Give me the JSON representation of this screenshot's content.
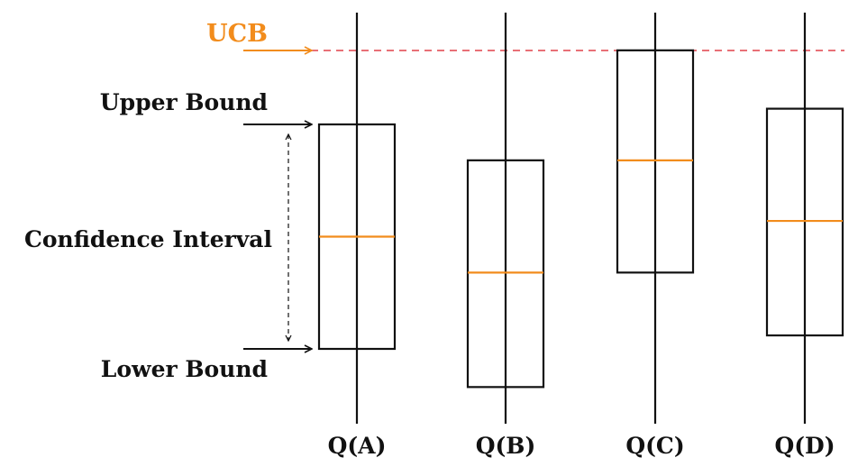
{
  "labels": {
    "ucb": "UCB",
    "upper_bound": "Upper Bound",
    "confidence_interval": "Confidence Interval",
    "lower_bound": "Lower Bound"
  },
  "colors": {
    "ucb": "#f28c1c",
    "median": "#f28c1c",
    "ucb_line": "#e0404a",
    "ink": "#111111"
  },
  "boxes": [
    {
      "name": "Q(A)",
      "lower": 0.0,
      "median": 0.5,
      "upper": 1.0
    },
    {
      "name": "Q(B)",
      "lower": -0.17,
      "median": 0.34,
      "upper": 0.84
    },
    {
      "name": "Q(C)",
      "lower": 0.34,
      "median": 0.84,
      "upper": 1.33
    },
    {
      "name": "Q(D)",
      "lower": 0.06,
      "median": 0.57,
      "upper": 1.07
    }
  ]
}
